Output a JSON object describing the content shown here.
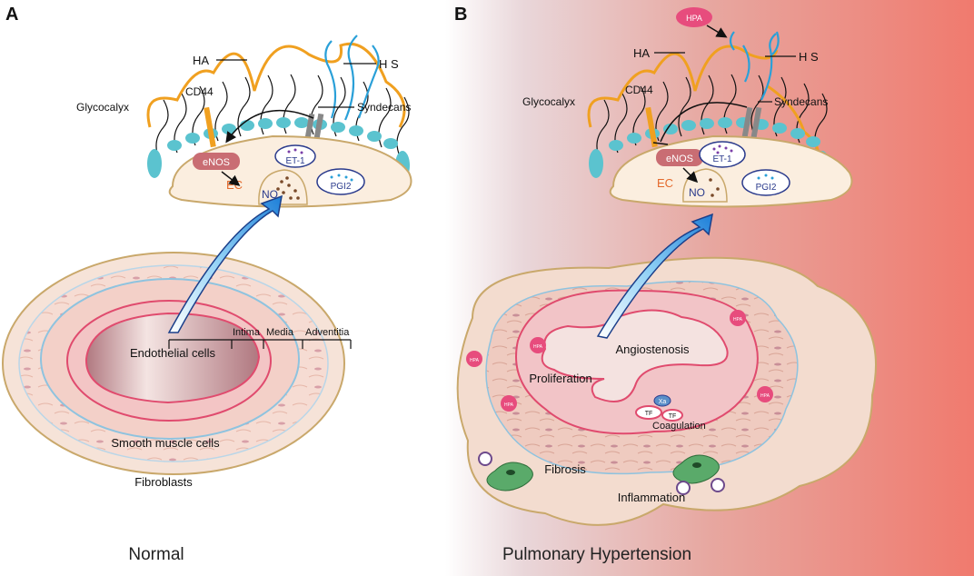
{
  "panels": {
    "a": {
      "letter": "A",
      "caption": "Normal",
      "labels": {
        "ha": "HA",
        "hs": "H S",
        "glycocalyx": "Glycocalyx",
        "cd44": "CD44",
        "syndecans": "Syndecans",
        "enos": "eNOS",
        "et1": "ET-1",
        "ec": "EC",
        "no": "NO",
        "pgi2": "PGI2",
        "intima": "Intima",
        "media": "Media",
        "adventitia": "Adventitia",
        "endothelial": "Endothelial cells",
        "smooth_muscle": "Smooth muscle cells",
        "fibroblasts": "Fibroblasts"
      }
    },
    "b": {
      "letter": "B",
      "caption": "Pulmonary Hypertension",
      "labels": {
        "hpa": "HPA",
        "ha": "HA",
        "hs": "H S",
        "glycocalyx": "Glycocalyx",
        "cd44": "CD44",
        "syndecans": "Syndecans",
        "enos": "eNOS",
        "et1": "ET-1",
        "ec": "EC",
        "no": "NO",
        "pgi2": "PGI2",
        "angiostenosis": "Angiostenosis",
        "proliferation": "Proliferation",
        "xa": "Xa",
        "tf": "TF",
        "coagulation": "Coagulation",
        "fibrosis": "Fibrosis",
        "inflammation": "Inflammation"
      }
    }
  },
  "colors": {
    "bg_gradient_end": "#f07a6e",
    "glycocalyx_orange": "#f0a020",
    "hs_blue": "#2aa0d8",
    "teal_bead": "#5bc3cf",
    "enos_fill": "#c96d73",
    "vessel_pink": "#f6d3cc",
    "intima_red": "#e04b6e",
    "media_blue": "#8ec3df",
    "hpa_pink": "#e74c7d",
    "arrow_blue": "#2d8fe0"
  }
}
